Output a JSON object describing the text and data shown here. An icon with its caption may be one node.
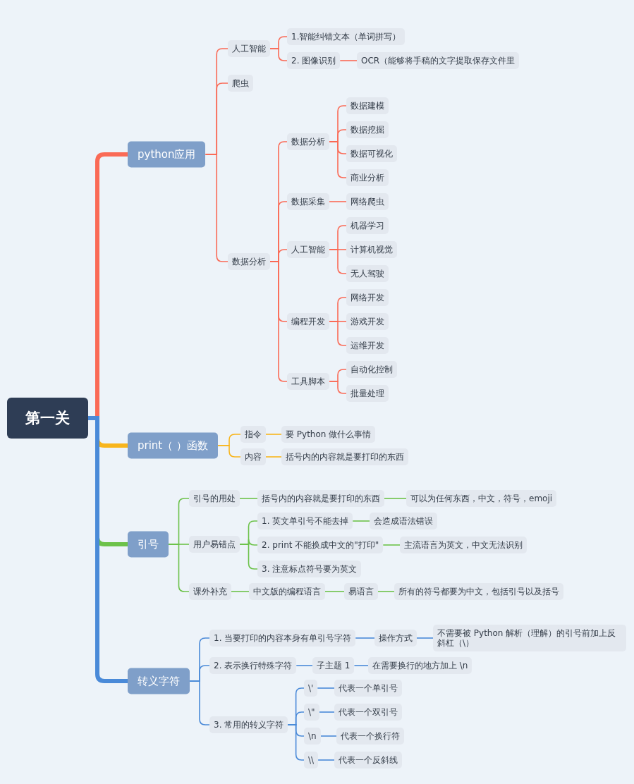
{
  "diagram": {
    "nodes": [
      {
        "text": [
          "第一关"
        ]
      },
      {
        "text": [
          "python应用"
        ]
      },
      {
        "text": [
          "人工智能"
        ]
      },
      {
        "text": [
          "1.智能纠错文本（单词拼写）"
        ]
      },
      {
        "text": [
          "2. 图像识别"
        ]
      },
      {
        "text": [
          "OCR（能够将手稿的文字提取保存文件里"
        ]
      },
      {
        "text": [
          "爬虫"
        ]
      },
      {
        "text": [
          "数据分析"
        ]
      },
      {
        "text": [
          "数据分析"
        ]
      },
      {
        "text": [
          "数据建模"
        ]
      },
      {
        "text": [
          "数据挖掘"
        ]
      },
      {
        "text": [
          "数据可视化"
        ]
      },
      {
        "text": [
          "商业分析"
        ]
      },
      {
        "text": [
          "数据采集"
        ]
      },
      {
        "text": [
          "网络爬虫"
        ]
      },
      {
        "text": [
          "人工智能"
        ]
      },
      {
        "text": [
          "机器学习"
        ]
      },
      {
        "text": [
          "计算机视觉"
        ]
      },
      {
        "text": [
          "无人驾驶"
        ]
      },
      {
        "text": [
          "编程开发"
        ]
      },
      {
        "text": [
          "网络开发"
        ]
      },
      {
        "text": [
          "游戏开发"
        ]
      },
      {
        "text": [
          "运维开发"
        ]
      },
      {
        "text": [
          "工具脚本"
        ]
      },
      {
        "text": [
          "自动化控制"
        ]
      },
      {
        "text": [
          "批量处理"
        ]
      },
      {
        "text": [
          "print（ ）函数"
        ]
      },
      {
        "text": [
          "指令"
        ]
      },
      {
        "text": [
          "要 Python 做什么事情"
        ]
      },
      {
        "text": [
          "内容"
        ]
      },
      {
        "text": [
          "括号内的内容就是要打印的东西"
        ]
      },
      {
        "text": [
          "引号"
        ]
      },
      {
        "text": [
          "引号的用处"
        ]
      },
      {
        "text": [
          "括号内的内容就是要打印的东西"
        ]
      },
      {
        "text": [
          "可以为任何东西，中文，符号，emoji"
        ]
      },
      {
        "text": [
          "用户易错点"
        ]
      },
      {
        "text": [
          "1. 英文单引号不能去掉"
        ]
      },
      {
        "text": [
          "会造成语法错误"
        ]
      },
      {
        "text": [
          "2. print 不能换成中文的\"打印\""
        ]
      },
      {
        "text": [
          "主流语言为英文，中文无法识别"
        ]
      },
      {
        "text": [
          "3. 注意标点符号要为英文"
        ]
      },
      {
        "text": [
          "课外补充"
        ]
      },
      {
        "text": [
          "中文版的编程语言"
        ]
      },
      {
        "text": [
          "易语言"
        ]
      },
      {
        "text": [
          "所有的符号都要为中文，包括引号以及括号"
        ]
      },
      {
        "text": [
          "转义字符"
        ]
      },
      {
        "text": [
          "1. 当要打印的内容本身有单引号字符"
        ]
      },
      {
        "text": [
          "操作方式"
        ]
      },
      {
        "text": [
          "不需要被 Python 解析（理解）的引号前加上反斜杠（\\）"
        ]
      },
      {
        "text": [
          "2. 表示换行特殊字符"
        ]
      },
      {
        "text": [
          "子主题 1"
        ]
      },
      {
        "text": [
          "在需要换行的地方加上 \\n"
        ]
      },
      {
        "text": [
          "3. 常用的转义字符"
        ]
      },
      {
        "text": [
          "\\'"
        ]
      },
      {
        "text": [
          "代表一个单引号"
        ]
      },
      {
        "text": [
          "\\\""
        ]
      },
      {
        "text": [
          "代表一个双引号"
        ]
      },
      {
        "text": [
          "\\n"
        ]
      },
      {
        "text": [
          "代表一个换行符"
        ]
      },
      {
        "text": [
          "\\\\"
        ]
      },
      {
        "text": [
          "代表一个反斜线"
        ]
      }
    ],
    "edges": [
      {
        "from": 0,
        "to": 1,
        "arrow": "none",
        "style": "thick",
        "color": "#fa6a56"
      },
      {
        "from": 0,
        "to": 26,
        "arrow": "none",
        "style": "thick",
        "color": "#f8b51c"
      },
      {
        "from": 0,
        "to": 31,
        "arrow": "none",
        "style": "thick",
        "color": "#6cc24a"
      },
      {
        "from": 0,
        "to": 45,
        "arrow": "none",
        "style": "thick",
        "color": "#4a8ad8"
      },
      {
        "from": 1,
        "to": 2,
        "arrow": "none",
        "color": "#fa6a56"
      },
      {
        "from": 1,
        "to": 6,
        "arrow": "none",
        "color": "#fa6a56"
      },
      {
        "from": 1,
        "to": 7,
        "arrow": "none",
        "color": "#fa6a56"
      },
      {
        "from": 2,
        "to": 3,
        "arrow": "none",
        "color": "#fa6a56"
      },
      {
        "from": 2,
        "to": 4,
        "arrow": "none",
        "color": "#fa6a56"
      },
      {
        "from": 4,
        "to": 5,
        "arrow": "none",
        "color": "#fa6a56"
      },
      {
        "from": 7,
        "to": 8,
        "arrow": "none",
        "color": "#fa6a56"
      },
      {
        "from": 7,
        "to": 13,
        "arrow": "none",
        "color": "#fa6a56"
      },
      {
        "from": 7,
        "to": 15,
        "arrow": "none",
        "color": "#fa6a56"
      },
      {
        "from": 7,
        "to": 19,
        "arrow": "none",
        "color": "#fa6a56"
      },
      {
        "from": 7,
        "to": 23,
        "arrow": "none",
        "color": "#fa6a56"
      },
      {
        "from": 8,
        "to": 9,
        "arrow": "none",
        "color": "#fa6a56"
      },
      {
        "from": 8,
        "to": 10,
        "arrow": "none",
        "color": "#fa6a56"
      },
      {
        "from": 8,
        "to": 11,
        "arrow": "none",
        "color": "#fa6a56"
      },
      {
        "from": 8,
        "to": 12,
        "arrow": "none",
        "color": "#fa6a56"
      },
      {
        "from": 13,
        "to": 14,
        "arrow": "none",
        "color": "#fa6a56"
      },
      {
        "from": 15,
        "to": 16,
        "arrow": "none",
        "color": "#fa6a56"
      },
      {
        "from": 15,
        "to": 17,
        "arrow": "none",
        "color": "#fa6a56"
      },
      {
        "from": 15,
        "to": 18,
        "arrow": "none",
        "color": "#fa6a56"
      },
      {
        "from": 19,
        "to": 20,
        "arrow": "none",
        "color": "#fa6a56"
      },
      {
        "from": 19,
        "to": 21,
        "arrow": "none",
        "color": "#fa6a56"
      },
      {
        "from": 19,
        "to": 22,
        "arrow": "none",
        "color": "#fa6a56"
      },
      {
        "from": 23,
        "to": 24,
        "arrow": "none",
        "color": "#fa6a56"
      },
      {
        "from": 23,
        "to": 25,
        "arrow": "none",
        "color": "#fa6a56"
      },
      {
        "from": 26,
        "to": 27,
        "arrow": "none",
        "color": "#f8b51c"
      },
      {
        "from": 26,
        "to": 29,
        "arrow": "none",
        "color": "#f8b51c"
      },
      {
        "from": 27,
        "to": 28,
        "arrow": "none",
        "color": "#f8b51c"
      },
      {
        "from": 29,
        "to": 30,
        "arrow": "none",
        "color": "#f8b51c"
      },
      {
        "from": 31,
        "to": 32,
        "arrow": "none",
        "color": "#6cc24a"
      },
      {
        "from": 31,
        "to": 35,
        "arrow": "none",
        "color": "#6cc24a"
      },
      {
        "from": 31,
        "to": 41,
        "arrow": "none",
        "color": "#6cc24a"
      },
      {
        "from": 32,
        "to": 33,
        "arrow": "none",
        "color": "#6cc24a"
      },
      {
        "from": 33,
        "to": 34,
        "arrow": "none",
        "color": "#6cc24a"
      },
      {
        "from": 35,
        "to": 36,
        "arrow": "none",
        "color": "#6cc24a"
      },
      {
        "from": 35,
        "to": 38,
        "arrow": "none",
        "color": "#6cc24a"
      },
      {
        "from": 35,
        "to": 40,
        "arrow": "none",
        "color": "#6cc24a"
      },
      {
        "from": 36,
        "to": 37,
        "arrow": "none",
        "color": "#6cc24a"
      },
      {
        "from": 38,
        "to": 39,
        "arrow": "none",
        "color": "#6cc24a"
      },
      {
        "from": 41,
        "to": 42,
        "arrow": "none",
        "color": "#6cc24a"
      },
      {
        "from": 42,
        "to": 43,
        "arrow": "none",
        "color": "#6cc24a"
      },
      {
        "from": 43,
        "to": 44,
        "arrow": "none",
        "color": "#6cc24a"
      },
      {
        "from": 45,
        "to": 46,
        "arrow": "none",
        "color": "#4a8ad8"
      },
      {
        "from": 45,
        "to": 49,
        "arrow": "none",
        "color": "#4a8ad8"
      },
      {
        "from": 45,
        "to": 52,
        "arrow": "none",
        "color": "#4a8ad8"
      },
      {
        "from": 46,
        "to": 47,
        "arrow": "none",
        "color": "#4a8ad8"
      },
      {
        "from": 47,
        "to": 48,
        "arrow": "none",
        "color": "#4a8ad8"
      },
      {
        "from": 49,
        "to": 50,
        "arrow": "none",
        "color": "#4a8ad8"
      },
      {
        "from": 50,
        "to": 51,
        "arrow": "none",
        "color": "#4a8ad8"
      },
      {
        "from": 52,
        "to": 53,
        "arrow": "none",
        "color": "#4a8ad8"
      },
      {
        "from": 52,
        "to": 55,
        "arrow": "none",
        "color": "#4a8ad8"
      },
      {
        "from": 52,
        "to": 57,
        "arrow": "none",
        "color": "#4a8ad8"
      },
      {
        "from": 52,
        "to": 59,
        "arrow": "none",
        "color": "#4a8ad8"
      },
      {
        "from": 53,
        "to": 54,
        "arrow": "none",
        "color": "#4a8ad8"
      },
      {
        "from": 55,
        "to": 56,
        "arrow": "none",
        "color": "#4a8ad8"
      },
      {
        "from": 57,
        "to": 58,
        "arrow": "none",
        "color": "#4a8ad8"
      },
      {
        "from": 59,
        "to": 60,
        "arrow": "none",
        "color": "#4a8ad8"
      }
    ]
  }
}
